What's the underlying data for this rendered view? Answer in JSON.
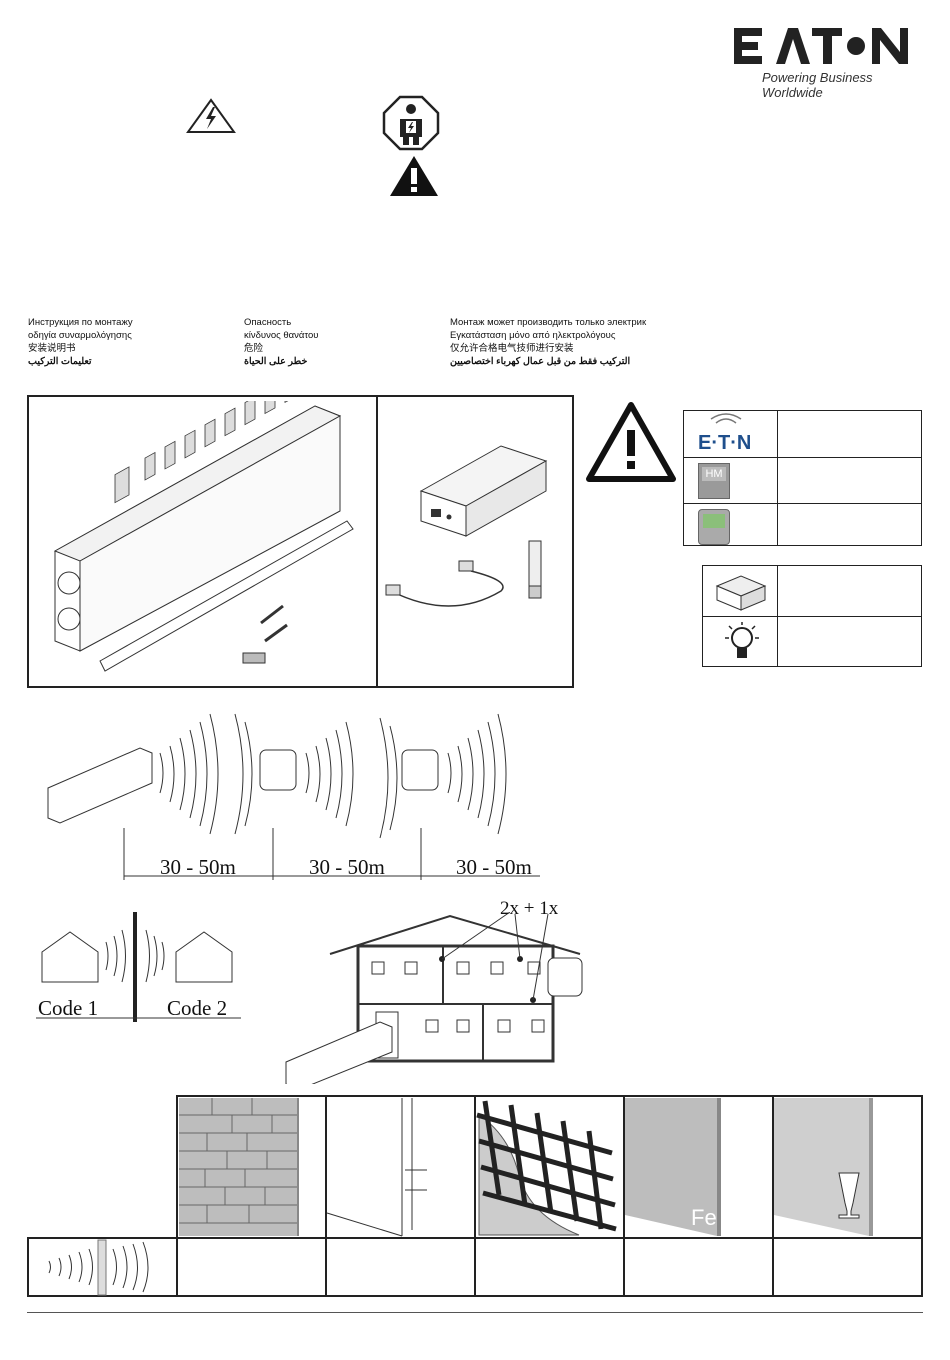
{
  "brand": {
    "name": "EATON",
    "tagline": "Powering Business Worldwide"
  },
  "icons": [
    "electric-hazard-icon",
    "electrician-only-icon",
    "general-warning-icon"
  ],
  "languages": {
    "col1": [
      "Инструкция по монтажу",
      "οδηγία συναρμολόγησης",
      "安装说明书",
      "تعليمات التركيب"
    ],
    "col2": [
      "Опасность",
      "κίνδυνος θανάτου",
      "危险",
      "خطر على الحياة"
    ],
    "col3": [
      "Монтаж может производить только электрик",
      "Εγκατάσταση μόνο από ηλεκτρολόγους",
      "仅允许合格电气技师进行安装",
      "التركيب فقط من قبل عمال كهرباء اختصاصيين"
    ]
  },
  "compat_table": {
    "logo_text": "E·T·N",
    "hm_label": "HM"
  },
  "range": {
    "distances": [
      "30 - 50m",
      "30 - 50m",
      "30 - 50m"
    ],
    "repeater_label": "2x + 1x"
  },
  "codes": {
    "left": "Code 1",
    "right": "Code 2"
  },
  "materials": {
    "steel_label": "Fe"
  },
  "colors": {
    "eaton_blue": "#1f4f8c",
    "box_gray": "#c9c9c9",
    "outline": "#222222"
  }
}
